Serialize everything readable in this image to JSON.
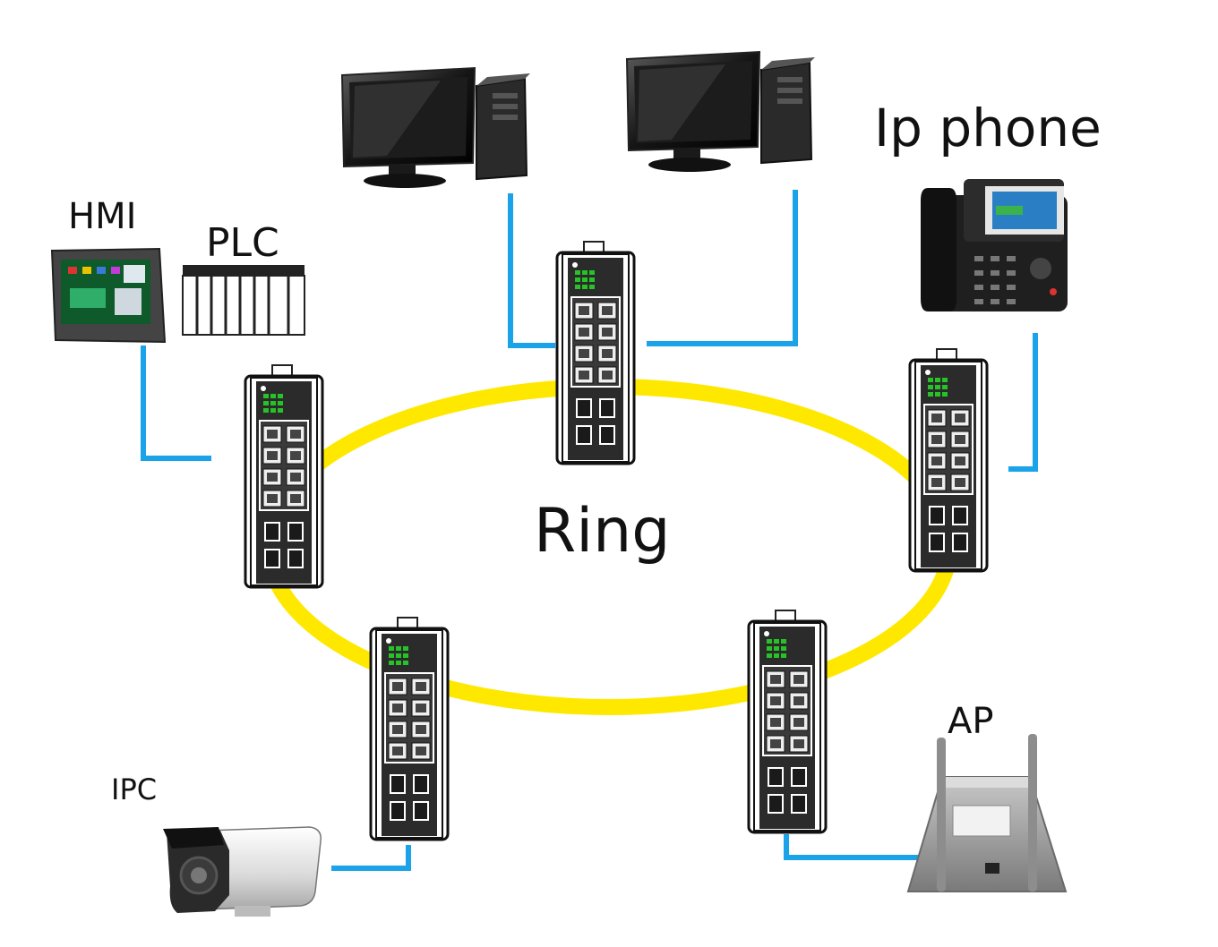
{
  "diagram": {
    "center_label": "Ring",
    "devices": {
      "ip_phone": "Ip phone",
      "hmi": "HMI",
      "plc": "PLC",
      "ap": "AP",
      "ipc": "IPC"
    }
  },
  "colors": {
    "ring": "#ffe800",
    "link": "#1aa3e8",
    "switch_body": "#2b2b2b",
    "switch_outline": "#111111"
  }
}
